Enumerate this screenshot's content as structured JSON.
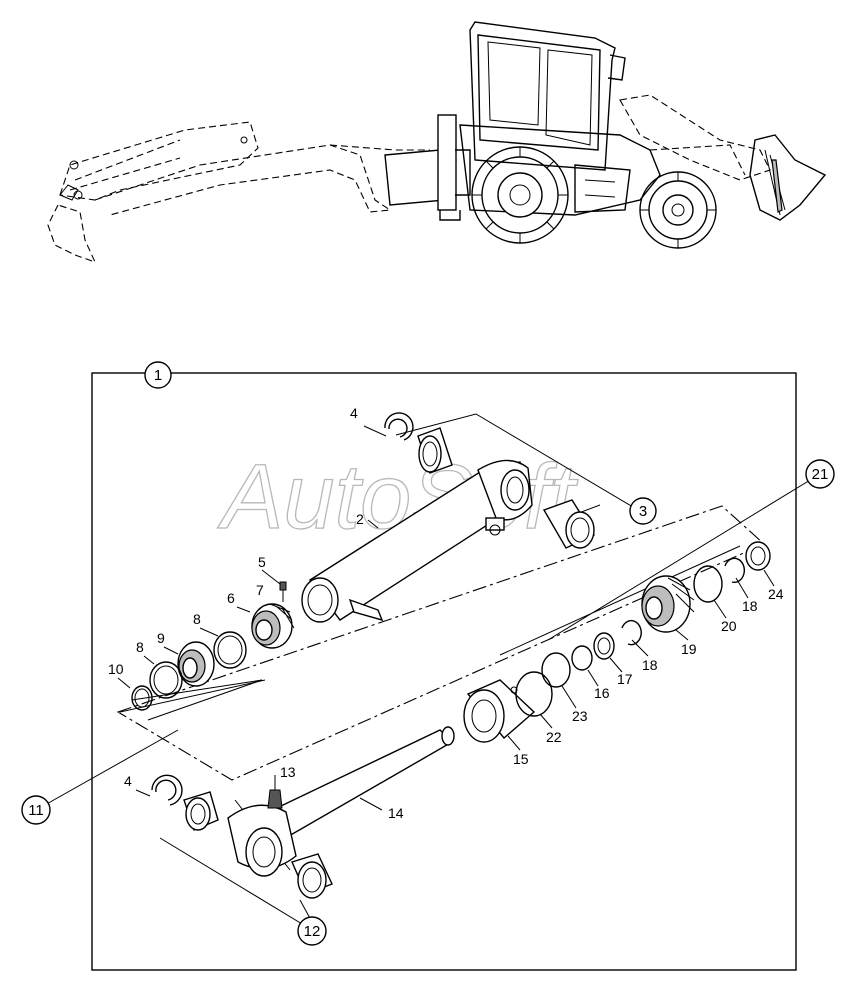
{
  "watermark": "AutoSoft",
  "callouts": [
    {
      "id": "c1",
      "label": "1"
    },
    {
      "id": "c3",
      "label": "3"
    },
    {
      "id": "c11",
      "label": "11"
    },
    {
      "id": "c12",
      "label": "12"
    },
    {
      "id": "c21",
      "label": "21"
    }
  ],
  "part_labels": {
    "p2": "2",
    "p4a": "4",
    "p4b": "4",
    "p5": "5",
    "p6": "6",
    "p7": "7",
    "p8a": "8",
    "p8b": "8",
    "p9": "9",
    "p10": "10",
    "p13": "13",
    "p14": "14",
    "p15": "15",
    "p16": "16",
    "p17": "17",
    "p18a": "18",
    "p18b": "18",
    "p19": "19",
    "p20": "20",
    "p22": "22",
    "p23": "23",
    "p24": "24"
  },
  "icons": {
    "machine": "backhoe-loader-icon",
    "cylinder": "hydraulic-cylinder-exploded-view"
  }
}
